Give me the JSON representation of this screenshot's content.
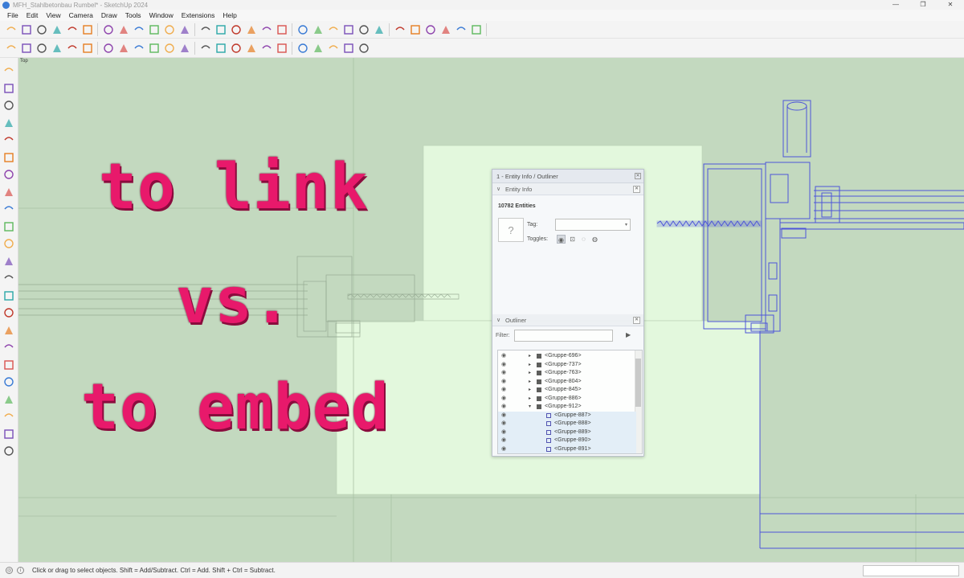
{
  "window": {
    "title": "MFH_Stahlbetonbau Rumbel* - SketchUp 2024",
    "controls": {
      "minimize": "—",
      "maximize": "❐",
      "close": "✕"
    }
  },
  "menu": [
    "File",
    "Edit",
    "View",
    "Camera",
    "Draw",
    "Tools",
    "Window",
    "Extensions",
    "Help"
  ],
  "viewport": {
    "scene_label": "Top",
    "overlay": {
      "line1": "to link",
      "line2": "vs.",
      "line3": "to embed"
    }
  },
  "tray": {
    "title": "1 - Entity Info / Outliner",
    "entity_info": {
      "header": "Entity Info",
      "count": "10782 Entities",
      "thumbnail_glyph": "?",
      "tag_label": "Tag:",
      "tag_value": "",
      "toggles_label": "Toggles:"
    },
    "outliner": {
      "header": "Outliner",
      "filter_label": "Filter:",
      "filter_value": "",
      "rows": [
        {
          "label": "<Gruppe-696>",
          "level": 0,
          "expanded": false,
          "selected": false,
          "kind": "group"
        },
        {
          "label": "<Gruppe-737>",
          "level": 0,
          "expanded": false,
          "selected": false,
          "kind": "group"
        },
        {
          "label": "<Gruppe-763>",
          "level": 0,
          "expanded": false,
          "selected": false,
          "kind": "group"
        },
        {
          "label": "<Gruppe-804>",
          "level": 0,
          "expanded": false,
          "selected": false,
          "kind": "group"
        },
        {
          "label": "<Gruppe-845>",
          "level": 0,
          "expanded": false,
          "selected": false,
          "kind": "group"
        },
        {
          "label": "<Gruppe-886>",
          "level": 0,
          "expanded": false,
          "selected": false,
          "kind": "group"
        },
        {
          "label": "<Gruppe-912>",
          "level": 0,
          "expanded": true,
          "selected": false,
          "kind": "group-open"
        },
        {
          "label": "<Gruppe-887>",
          "level": 1,
          "expanded": false,
          "selected": true,
          "kind": "comp"
        },
        {
          "label": "<Gruppe-888>",
          "level": 1,
          "expanded": false,
          "selected": true,
          "kind": "comp"
        },
        {
          "label": "<Gruppe-889>",
          "level": 1,
          "expanded": false,
          "selected": true,
          "kind": "comp"
        },
        {
          "label": "<Gruppe-890>",
          "level": 1,
          "expanded": false,
          "selected": true,
          "kind": "comp"
        },
        {
          "label": "<Gruppe-891>",
          "level": 1,
          "expanded": false,
          "selected": true,
          "kind": "comp"
        }
      ]
    }
  },
  "status": {
    "text": "Click or drag to select objects. Shift = Add/Subtract. Ctrl = Add. Shift + Ctrl = Subtract.",
    "measurements_value": ""
  },
  "colors": {
    "overlay_text": "#e8196b",
    "viewport_bg": "#c3d9bf",
    "highlight_box": "#e3f8dd",
    "selected_edges": "#4d55d8"
  },
  "icons": {
    "toolbar1": [
      "location-icon",
      "warehouse-icon",
      "extension-warehouse-icon",
      "3d-warehouse-icon",
      "select-icon",
      "paint-icon",
      "move-icon",
      "push-pull-icon",
      "rotate-icon",
      "scale-icon",
      "offset-icon",
      "line-icon",
      "freehand-icon",
      "arc-icon",
      "rectangle-icon",
      "circle-icon",
      "polygon-icon",
      "tape-icon",
      "protractor-icon",
      "text-icon",
      "axes-icon",
      "dimension-icon",
      "section-icon",
      "orbit-icon",
      "pan-icon",
      "zoom-icon",
      "settings-icon",
      "layout-icon",
      "solid-tools-icon",
      "style-icon"
    ],
    "toolbar2": [
      "view-iso-icon",
      "view-top-icon",
      "view-front-icon",
      "view-right-icon",
      "view-back-icon",
      "view-left-icon",
      "xray-icon",
      "wireframe-icon",
      "hidden-line-icon",
      "shaded-icon",
      "textured-icon",
      "monochrome-icon",
      "sandbox-icon",
      "shadow-icon",
      "fog-icon",
      "camera-icon",
      "walk-icon",
      "tag-icon",
      "scene-icon",
      "cloud-icon",
      "info-icon",
      "cart-icon",
      "profile-icon"
    ],
    "left": [
      "select-icon",
      "paint-bucket-icon",
      "text-icon",
      "axes-icon",
      "freehand-icon",
      "rectangle-icon",
      "rotate-icon",
      "move-icon",
      "arc-icon",
      "push-pull-icon",
      "follow-me-icon",
      "zoom-icon",
      "zoom-extents-icon",
      "orbit-icon",
      "walk-icon",
      "look-around-icon",
      "position-camera-icon",
      "section-plane-icon",
      "display-section-icon",
      "layers-icon",
      "component-icon",
      "group-icon",
      "ruby-icon"
    ]
  }
}
